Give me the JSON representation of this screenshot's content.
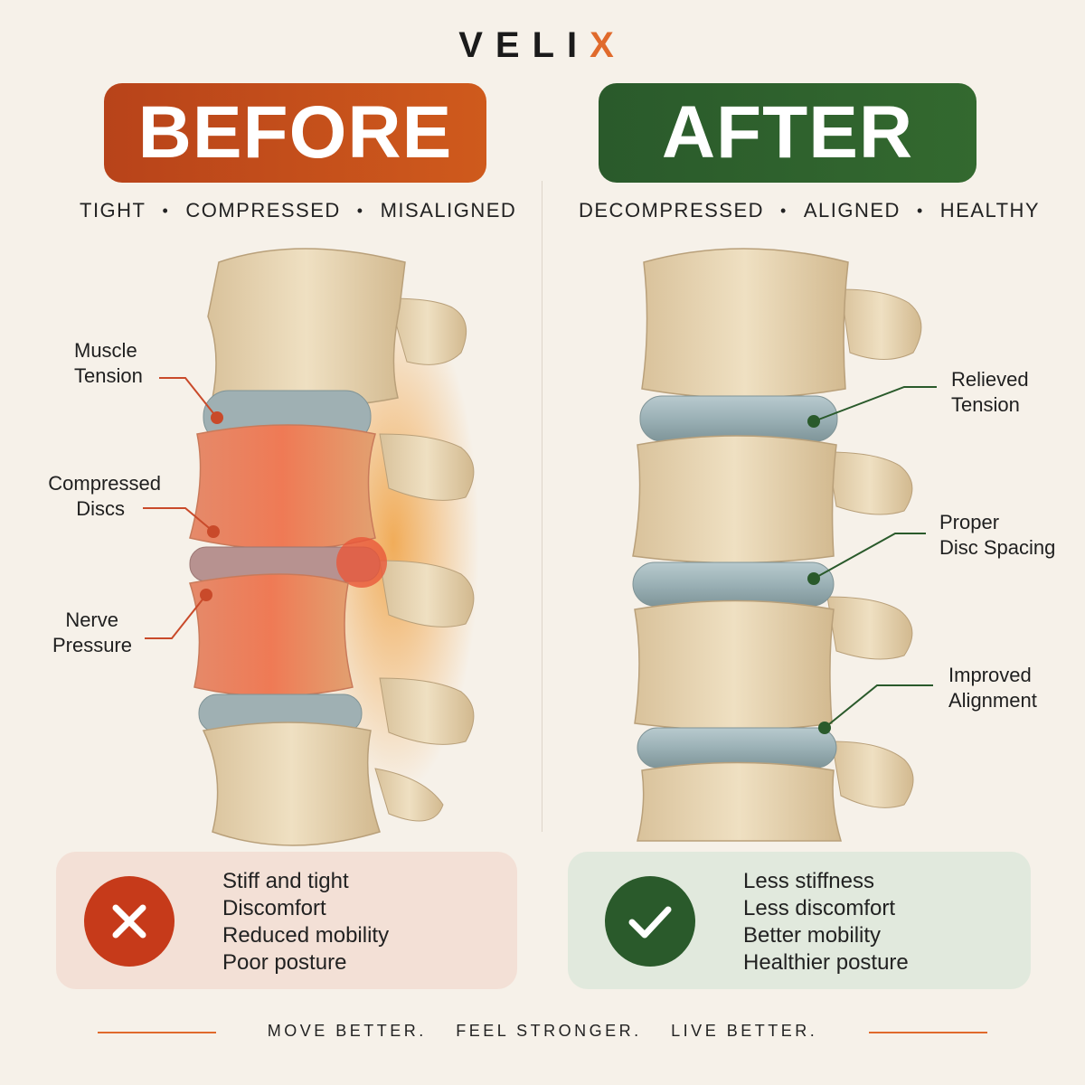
{
  "brand": {
    "prefix": "VELI",
    "accent_letter": "X"
  },
  "before": {
    "title": "BEFORE",
    "tags": [
      "TIGHT",
      "COMPRESSED",
      "MISALIGNED"
    ],
    "callouts": [
      {
        "line1": "Muscle",
        "line2": "Tension"
      },
      {
        "line1": "Compressed",
        "line2": "Discs"
      },
      {
        "line1": "Nerve",
        "line2": "Pressure"
      }
    ],
    "symptoms": [
      "Stiff and tight",
      "Discomfort",
      "Reduced mobility",
      "Poor posture"
    ],
    "icon": "x-icon"
  },
  "after": {
    "title": "AFTER",
    "tags": [
      "DECOMPRESSED",
      "ALIGNED",
      "HEALTHY"
    ],
    "callouts": [
      {
        "line1": "Relieved",
        "line2": "Tension"
      },
      {
        "line1": "Proper",
        "line2": "Disc Spacing"
      },
      {
        "line1": "Improved",
        "line2": "Alignment"
      }
    ],
    "benefits": [
      "Less stiffness",
      "Less discomfort",
      "Better mobility",
      "Healthier posture"
    ],
    "icon": "check-icon"
  },
  "slogan": [
    "MOVE BETTER.",
    "FEEL STRONGER.",
    "LIVE BETTER."
  ],
  "colors": {
    "background": "#f6f1e9",
    "before_accent": "#c63a1a",
    "after_accent": "#2a5a2b",
    "brand_accent": "#e06a2c",
    "bone": "#e8d6b6",
    "disc": "#9fb3b8"
  }
}
